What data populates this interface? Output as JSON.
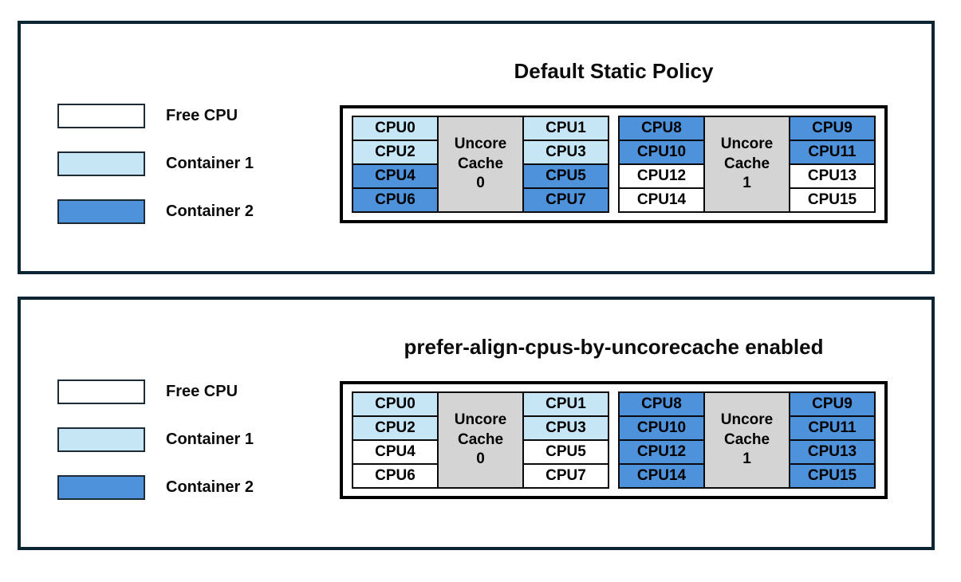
{
  "colors": {
    "panel_border": "#0d2533",
    "free": "#ffffff",
    "container1": "#c6e6f5",
    "container2": "#4d92da",
    "cache_fill": "#d4d4d4"
  },
  "legend": {
    "items": [
      {
        "label": "Free CPU",
        "type": "free"
      },
      {
        "label": "Container 1",
        "type": "container1"
      },
      {
        "label": "Container 2",
        "type": "container2"
      }
    ]
  },
  "panels": [
    {
      "title": "Default Static Policy",
      "groups": [
        {
          "cache": {
            "line1": "Uncore",
            "line2": "Cache",
            "line3": "0"
          },
          "left": [
            {
              "label": "CPU0",
              "type": "container1"
            },
            {
              "label": "CPU2",
              "type": "container1"
            },
            {
              "label": "CPU4",
              "type": "container2"
            },
            {
              "label": "CPU6",
              "type": "container2"
            }
          ],
          "right": [
            {
              "label": "CPU1",
              "type": "container1"
            },
            {
              "label": "CPU3",
              "type": "container1"
            },
            {
              "label": "CPU5",
              "type": "container2"
            },
            {
              "label": "CPU7",
              "type": "container2"
            }
          ]
        },
        {
          "cache": {
            "line1": "Uncore",
            "line2": "Cache",
            "line3": "1"
          },
          "left": [
            {
              "label": "CPU8",
              "type": "container2"
            },
            {
              "label": "CPU10",
              "type": "container2"
            },
            {
              "label": "CPU12",
              "type": "free"
            },
            {
              "label": "CPU14",
              "type": "free"
            }
          ],
          "right": [
            {
              "label": "CPU9",
              "type": "container2"
            },
            {
              "label": "CPU11",
              "type": "container2"
            },
            {
              "label": "CPU13",
              "type": "free"
            },
            {
              "label": "CPU15",
              "type": "free"
            }
          ]
        }
      ]
    },
    {
      "title": "prefer-align-cpus-by-uncorecache enabled",
      "groups": [
        {
          "cache": {
            "line1": "Uncore",
            "line2": "Cache",
            "line3": "0"
          },
          "left": [
            {
              "label": "CPU0",
              "type": "container1"
            },
            {
              "label": "CPU2",
              "type": "container1"
            },
            {
              "label": "CPU4",
              "type": "free"
            },
            {
              "label": "CPU6",
              "type": "free"
            }
          ],
          "right": [
            {
              "label": "CPU1",
              "type": "container1"
            },
            {
              "label": "CPU3",
              "type": "container1"
            },
            {
              "label": "CPU5",
              "type": "free"
            },
            {
              "label": "CPU7",
              "type": "free"
            }
          ]
        },
        {
          "cache": {
            "line1": "Uncore",
            "line2": "Cache",
            "line3": "1"
          },
          "left": [
            {
              "label": "CPU8",
              "type": "container2"
            },
            {
              "label": "CPU10",
              "type": "container2"
            },
            {
              "label": "CPU12",
              "type": "container2"
            },
            {
              "label": "CPU14",
              "type": "container2"
            }
          ],
          "right": [
            {
              "label": "CPU9",
              "type": "container2"
            },
            {
              "label": "CPU11",
              "type": "container2"
            },
            {
              "label": "CPU13",
              "type": "container2"
            },
            {
              "label": "CPU15",
              "type": "container2"
            }
          ]
        }
      ]
    }
  ]
}
